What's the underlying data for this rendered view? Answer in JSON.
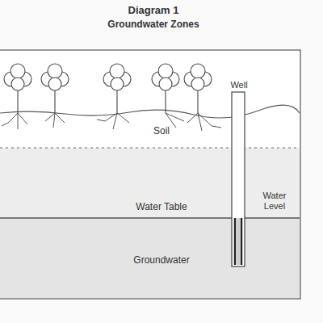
{
  "diagram": {
    "title": "Diagram 1",
    "labels": [
      "Groundwater Zones",
      "Well",
      "Soil",
      "Water Table",
      "Water Level",
      "Groundwater"
    ]
  }
}
